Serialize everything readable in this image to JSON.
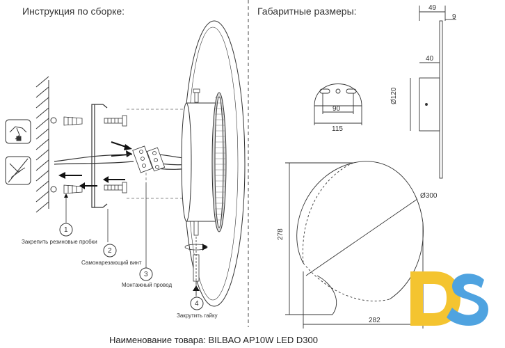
{
  "headings": {
    "assembly": "Инструкция по сборке:",
    "dimensions": "Габаритные размеры:"
  },
  "steps": [
    {
      "number": "1",
      "caption": "Закрепить резиновые пробки"
    },
    {
      "number": "2",
      "caption": "Самонарезающий винт"
    },
    {
      "number": "3",
      "caption": "Монтажный провод"
    },
    {
      "number": "4",
      "caption": "Закрутить гайку"
    }
  ],
  "dims": {
    "side_total": "49",
    "side_thin": "9",
    "side_body": "40",
    "top_diameter": "Ø120",
    "top_hole_spacing": "90",
    "top_width": "115",
    "front_diameter": "Ø300",
    "front_height": "278",
    "front_width": "282"
  },
  "product_label": "Наименование товара: BILBAO AP10W LED D300",
  "logo": {
    "text": "DS",
    "color_d": "#f4c430",
    "color_s": "#4fa3e0"
  }
}
